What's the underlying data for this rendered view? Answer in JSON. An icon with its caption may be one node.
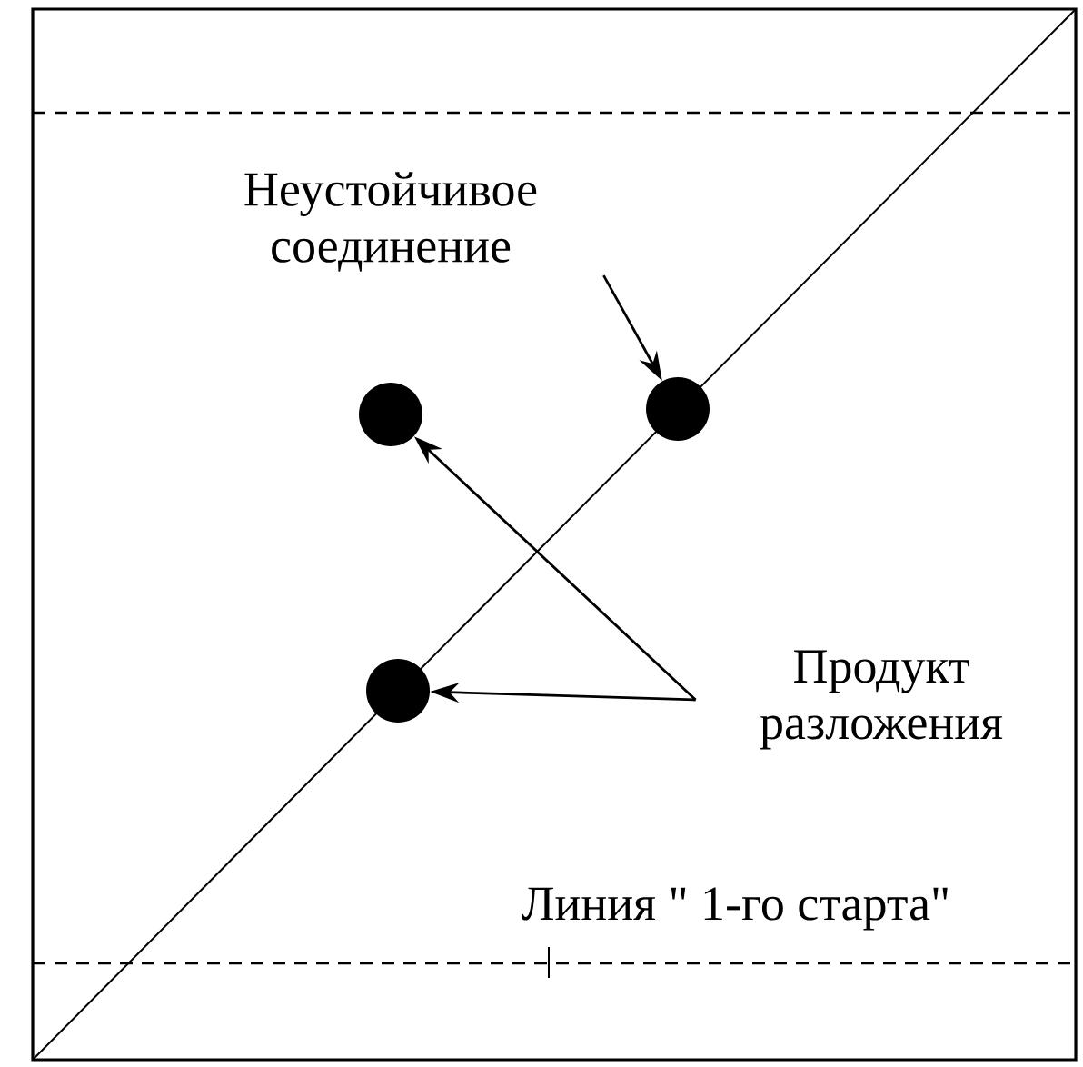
{
  "diagram": {
    "nodes": [
      {
        "text": [
          "Неустойчивое соединение"
        ]
      },
      {
        "text": [],
        "shape": "circle"
      },
      {
        "text": [],
        "shape": "circle"
      },
      {
        "text": [],
        "shape": "circle"
      },
      {
        "text": [
          "Продукт разложения"
        ]
      }
    ],
    "edges": [
      {
        "from": 0,
        "to": 1,
        "arrow": "to"
      },
      {
        "from": 4,
        "to": 2,
        "arrow": "to"
      },
      {
        "from": 4,
        "to": 3,
        "arrow": "to"
      }
    ],
    "labels": [
      "Линия \" 1-го старта\""
    ]
  }
}
